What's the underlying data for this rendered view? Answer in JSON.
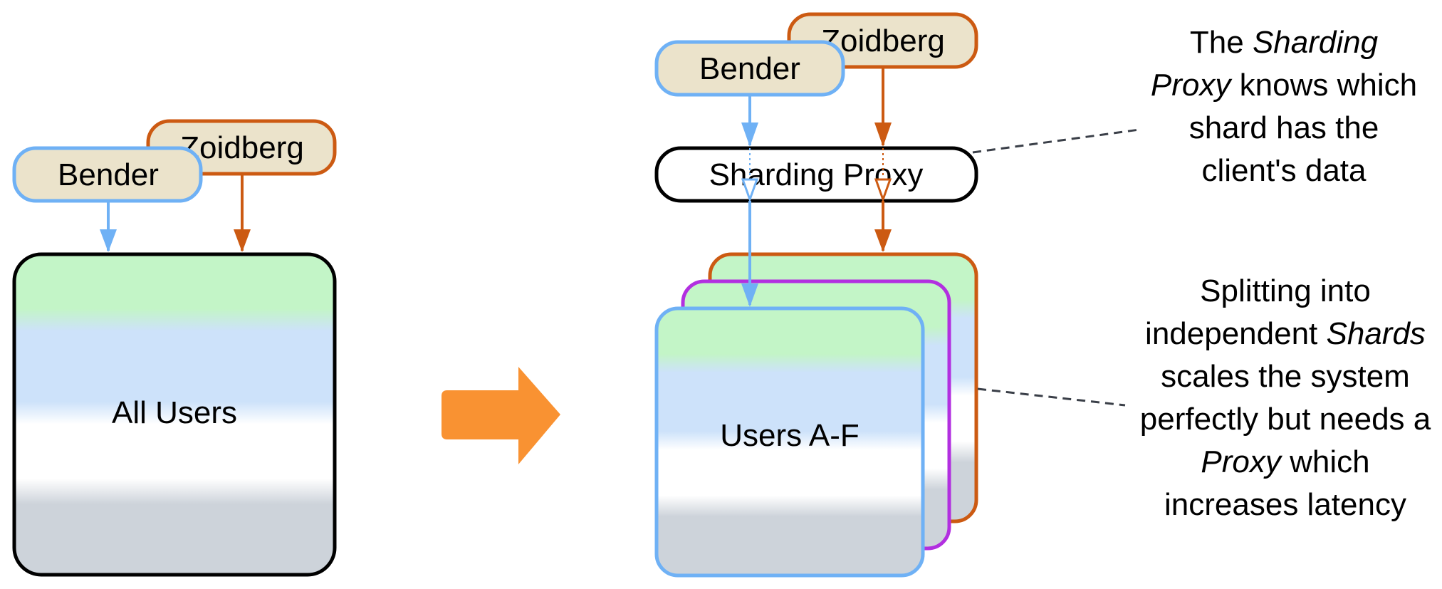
{
  "left": {
    "client_front": "Bender",
    "client_back": "Zoidberg",
    "store_label": "All Users"
  },
  "right": {
    "client_front": "Bender",
    "client_back": "Zoidberg",
    "proxy_label": "Sharding Proxy",
    "shard_label": "Users A-F"
  },
  "notes": {
    "proxy_note": {
      "t1": "The ",
      "t2": "Sharding",
      "t3": "Proxy",
      "t4": " knows which shard has the client's data"
    },
    "shard_note": {
      "t1": "Splitting into independent ",
      "t2": "Shards",
      "t3": " scales the system perfectly but needs a ",
      "t4": "Proxy",
      "t5": " which increases latency"
    }
  },
  "colors": {
    "bender": "#6fb1f5",
    "zoidberg": "#cc5a12",
    "middle_shard": "#b22fe0",
    "client_fill": "#ebe3cb",
    "arrow": "#f99232",
    "green": "#c3f5c7",
    "blue": "#cde2fa",
    "gray": "#cdd3da"
  }
}
